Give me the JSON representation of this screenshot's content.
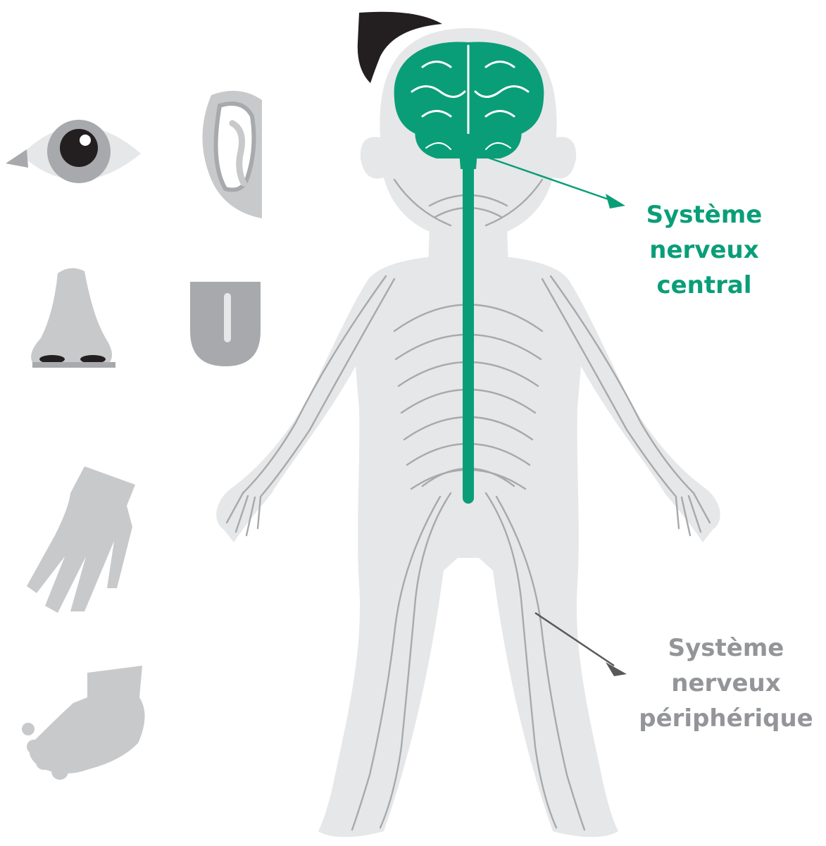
{
  "labels": {
    "cns": {
      "lines": [
        "Système",
        "nerveux",
        "central"
      ]
    },
    "pns": {
      "lines": [
        "Système",
        "nerveux",
        "périphérique"
      ]
    }
  },
  "colors": {
    "central_nervous_system": "#0a9e78",
    "peripheral_nerves": "#a8a9ab",
    "body": "#e6e7e8",
    "sense_organs": "#c8c9cb",
    "pns_label": "#939598",
    "hair": "#231f20"
  },
  "sense_organs": [
    "eye-icon",
    "ear-icon",
    "nose-icon",
    "tongue-icon",
    "hand-icon",
    "foot-icon"
  ]
}
